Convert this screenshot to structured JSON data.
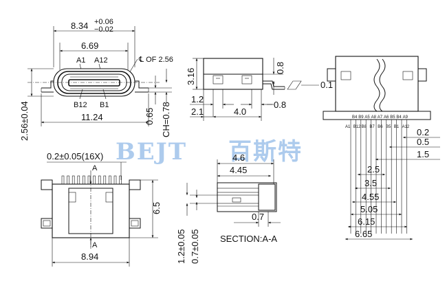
{
  "watermark": {
    "brand": "BEJT",
    "chinese": "百斯特",
    "color": "#9fc3ea"
  },
  "top_left_view": {
    "overall_width_base": "8.34",
    "overall_width_tol_plus": "+0.06",
    "overall_width_tol_minus": "−0.02",
    "opening_width": "6.69",
    "pin_labels": [
      "A1",
      "A12",
      "B12",
      "B1"
    ],
    "center_note": "℄ OF 2.56",
    "height": "2.56±0.04",
    "footprint_width": "11.24",
    "standoff": "0.65",
    "chamfer": "CH=0.78"
  },
  "side_view": {
    "height": "3.16",
    "top_gap": "0.8",
    "dim_1_2": "1.2",
    "dim_2_1": "2.1",
    "dim_4_0": "4.0",
    "dim_0_8_right": "0.8",
    "lead_thickness": "0.1"
  },
  "bottom_left_view": {
    "pin_pitch_note": "0.2±0.05(16X)",
    "section_marker": "A",
    "height": "6.5",
    "width": "8.94"
  },
  "section_view": {
    "dim_4_6": "4.6",
    "dim_4_45": "4.45",
    "dim_0_7": "0.7",
    "vertical_a": "1.2±0.05",
    "vertical_b": "0.7±0.05",
    "caption": "SECTION:A-A"
  },
  "right_view": {
    "pin_top_labels": [
      "B4",
      "B9",
      "A5",
      "A8",
      "A7",
      "A6",
      "B5",
      "B4",
      "A9"
    ],
    "pin_bottom_labels": [
      "A1",
      "B12",
      "B8",
      "B7",
      "B6",
      "B5",
      "B1",
      "A12"
    ],
    "dims": [
      "0.2",
      "0.5",
      "1.5",
      "2.5",
      "3.5",
      "4.55",
      "5.05",
      "6.15",
      "6.65"
    ]
  }
}
